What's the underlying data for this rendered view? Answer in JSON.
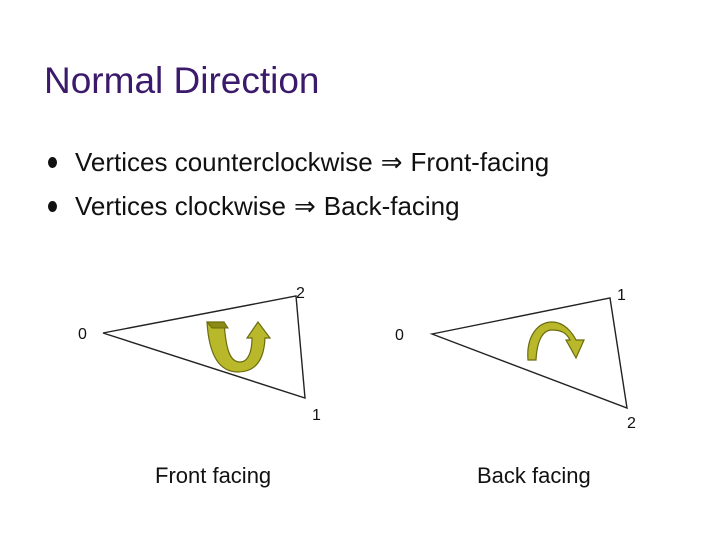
{
  "slide": {
    "title": "Normal Direction",
    "bullets": [
      {
        "lead": "Vertices counterclockwise",
        "arrow": "⇒",
        "tail": "Front-facing"
      },
      {
        "lead": "Vertices clockwise",
        "arrow": "⇒",
        "tail": "Back-facing"
      }
    ]
  },
  "front_triangle": {
    "vertex_labels": {
      "v0": "0",
      "v1": "1",
      "v2": "2"
    },
    "caption": "Front facing"
  },
  "back_triangle": {
    "vertex_labels": {
      "v0": "0",
      "v1": "1",
      "v2": "2"
    },
    "caption": "Back facing"
  },
  "colors": {
    "title": "#3b1a6b",
    "arrow_fill": "#b8b82a",
    "arrow_stroke": "#6b6b10"
  }
}
